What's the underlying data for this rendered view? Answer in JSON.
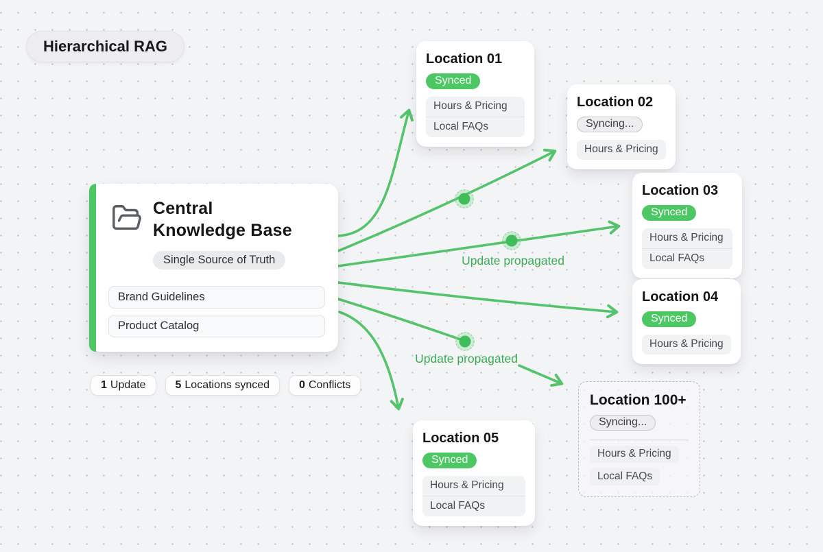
{
  "title_badge": "Hierarchical RAG",
  "central": {
    "title": "Central\nKnowledge Base",
    "badge": "Single Source of Truth",
    "items": [
      "Brand Guidelines",
      "Product Catalog"
    ]
  },
  "stats": [
    {
      "value": "1",
      "label": "Update"
    },
    {
      "value": "5",
      "label": "Locations synced"
    },
    {
      "value": "0",
      "label": "Conflicts"
    }
  ],
  "locations": [
    {
      "title": "Location 01",
      "status": "Synced",
      "items": [
        "Hours & Pricing",
        "Local FAQs"
      ]
    },
    {
      "title": "Location 02",
      "status": "Syncing...",
      "items": [
        "Hours & Pricing"
      ]
    },
    {
      "title": "Location 03",
      "status": "Synced",
      "items": [
        "Hours & Pricing",
        "Local FAQs"
      ]
    },
    {
      "title": "Location 04",
      "status": "Synced",
      "items": [
        "Hours & Pricing"
      ]
    },
    {
      "title": "Location 05",
      "status": "Synced",
      "items": [
        "Hours & Pricing",
        "Local FAQs"
      ]
    },
    {
      "title": "Location 100+",
      "status": "Syncing...",
      "items": [
        "Hours & Pricing",
        "Local FAQs"
      ]
    }
  ],
  "annotations": [
    {
      "label": "Update propagated"
    },
    {
      "label": "Update propagated"
    }
  ],
  "colors": {
    "accent_green": "#4cc764",
    "arrow_green": "#55c36c",
    "label_green": "#3cab55",
    "canvas_bg": "#f3f4f6"
  }
}
